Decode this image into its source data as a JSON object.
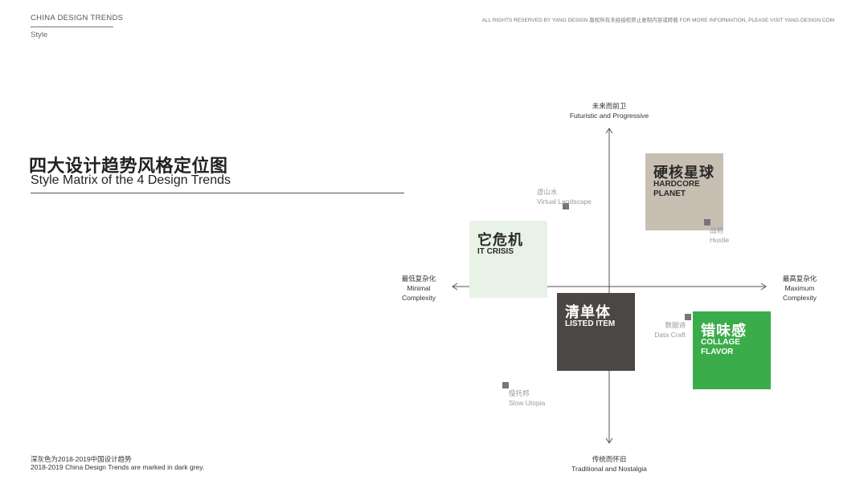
{
  "header": {
    "brand": "CHINA DESIGN TRENDS",
    "section": "Style",
    "copyright": "ALL RIGHTS RESERVED BY YANG DESIGN  版权所有未经授权禁止复制内容或转载 FOR MORE INFORMATION, PLEASE VISIT YANG-DESIGN.COM"
  },
  "title": {
    "zh": "四大设计趋势风格定位图",
    "en": "Style Matrix of the 4 Design Trends"
  },
  "footnote": {
    "zh": "深灰色为2018-2019中国设计趋势",
    "en": "2018-2019 China Design Trends are marked in dark grey."
  },
  "axes": {
    "top": {
      "zh": "未来而前卫",
      "en": "Futuristic and Progressive"
    },
    "bottom": {
      "zh": "传统而怀旧",
      "en": "Traditional and Nostalgia"
    },
    "left": {
      "zh": "最低复杂化",
      "en1": "Minimal",
      "en2": "Complexity"
    },
    "right": {
      "zh": "最高复杂化",
      "en1": "Maximum",
      "en2": "Complexity"
    }
  },
  "trends": {
    "hardcore": {
      "zh": "硬核星球",
      "en1": "HARDCORE",
      "en2": "PLANET",
      "color": "#c8bfb3"
    },
    "itcrisis": {
      "zh": "它危机",
      "en1": "IT CRISIS",
      "color": "#e9f2e6"
    },
    "listed": {
      "zh": "清单体",
      "en1": "LISTED ITEM",
      "color": "#4a4744"
    },
    "collage": {
      "zh": "错味感",
      "en1": "COLLAGE",
      "en2": "FLAVOR",
      "color": "#3aac4a"
    }
  },
  "other_trends": {
    "virtual": {
      "zh": "虚山水",
      "en": "Virtual Landscape"
    },
    "hustle": {
      "zh": "战袍",
      "en": "Hustle"
    },
    "datacraft": {
      "zh": "数据诗",
      "en": "Data Craft"
    },
    "slowutopia": {
      "zh": "慢托邦",
      "en": "Slow Utopia"
    }
  }
}
